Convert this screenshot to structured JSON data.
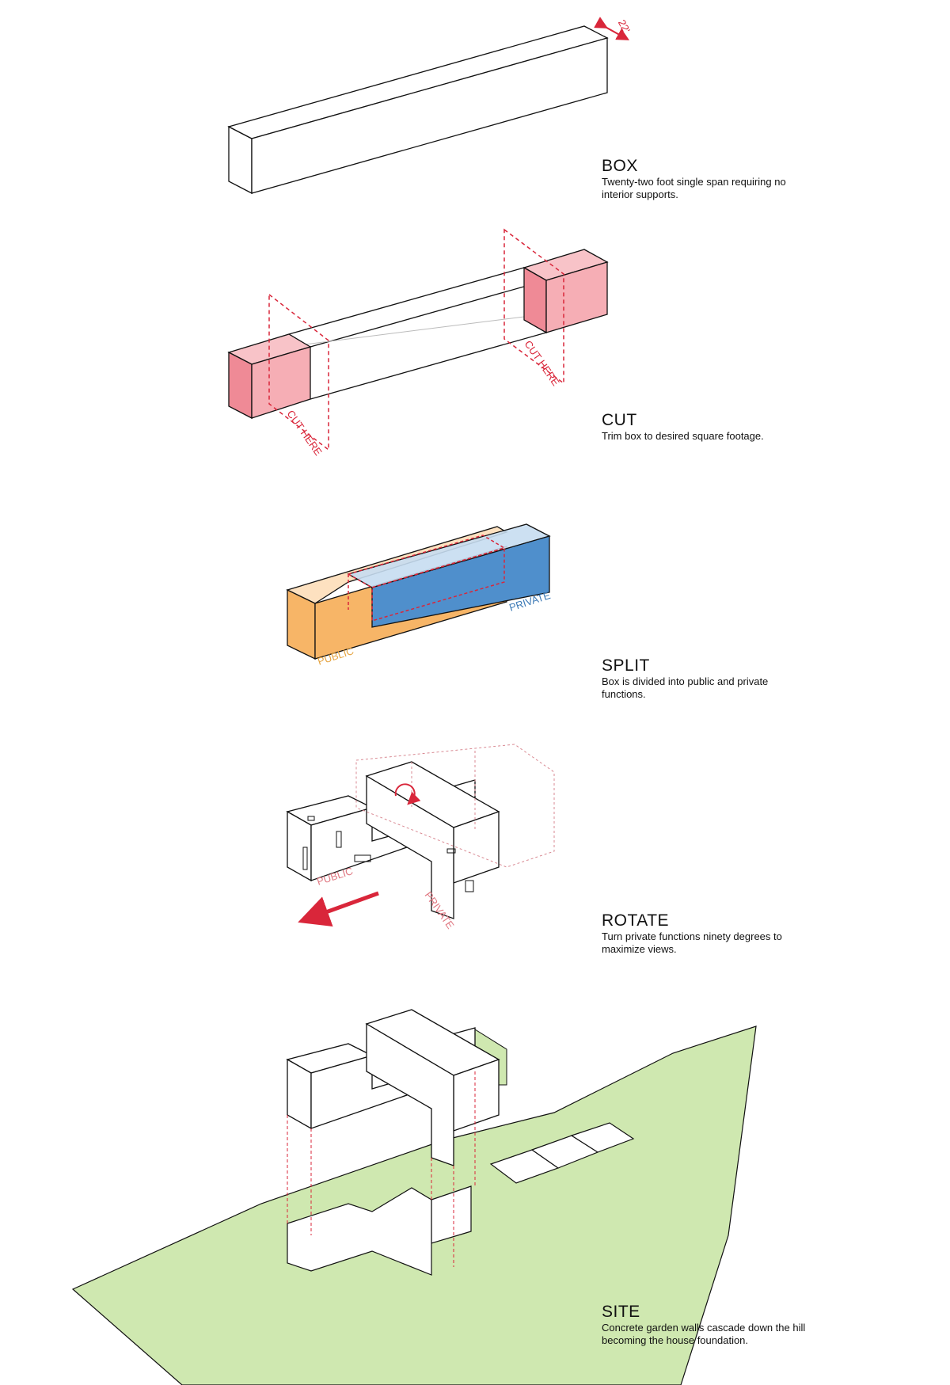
{
  "steps": [
    {
      "title": "BOX",
      "description": "Twenty-two foot single span requiring no interior supports."
    },
    {
      "title": "CUT",
      "description": "Trim box to desired square footage."
    },
    {
      "title": "SPLIT",
      "description": "Box is divided into public and private functions."
    },
    {
      "title": "ROTATE",
      "description": "Turn private functions ninety degrees to maximize views."
    },
    {
      "title": "SITE",
      "description": "Concrete garden walls cascade down the hill becoming the house foundation."
    }
  ],
  "labels": {
    "dimension": "22'",
    "cut_here": "CUT HERE",
    "public": "PUBLIC",
    "private": "PRIVATE"
  },
  "colors": {
    "line": "#111111",
    "cut_red": "#d9263a",
    "cut_fill": "#f4a0a8",
    "public_orange": "#f7b567",
    "private_blue": "#4f8fcc",
    "site_green": "#cfe8b0"
  }
}
